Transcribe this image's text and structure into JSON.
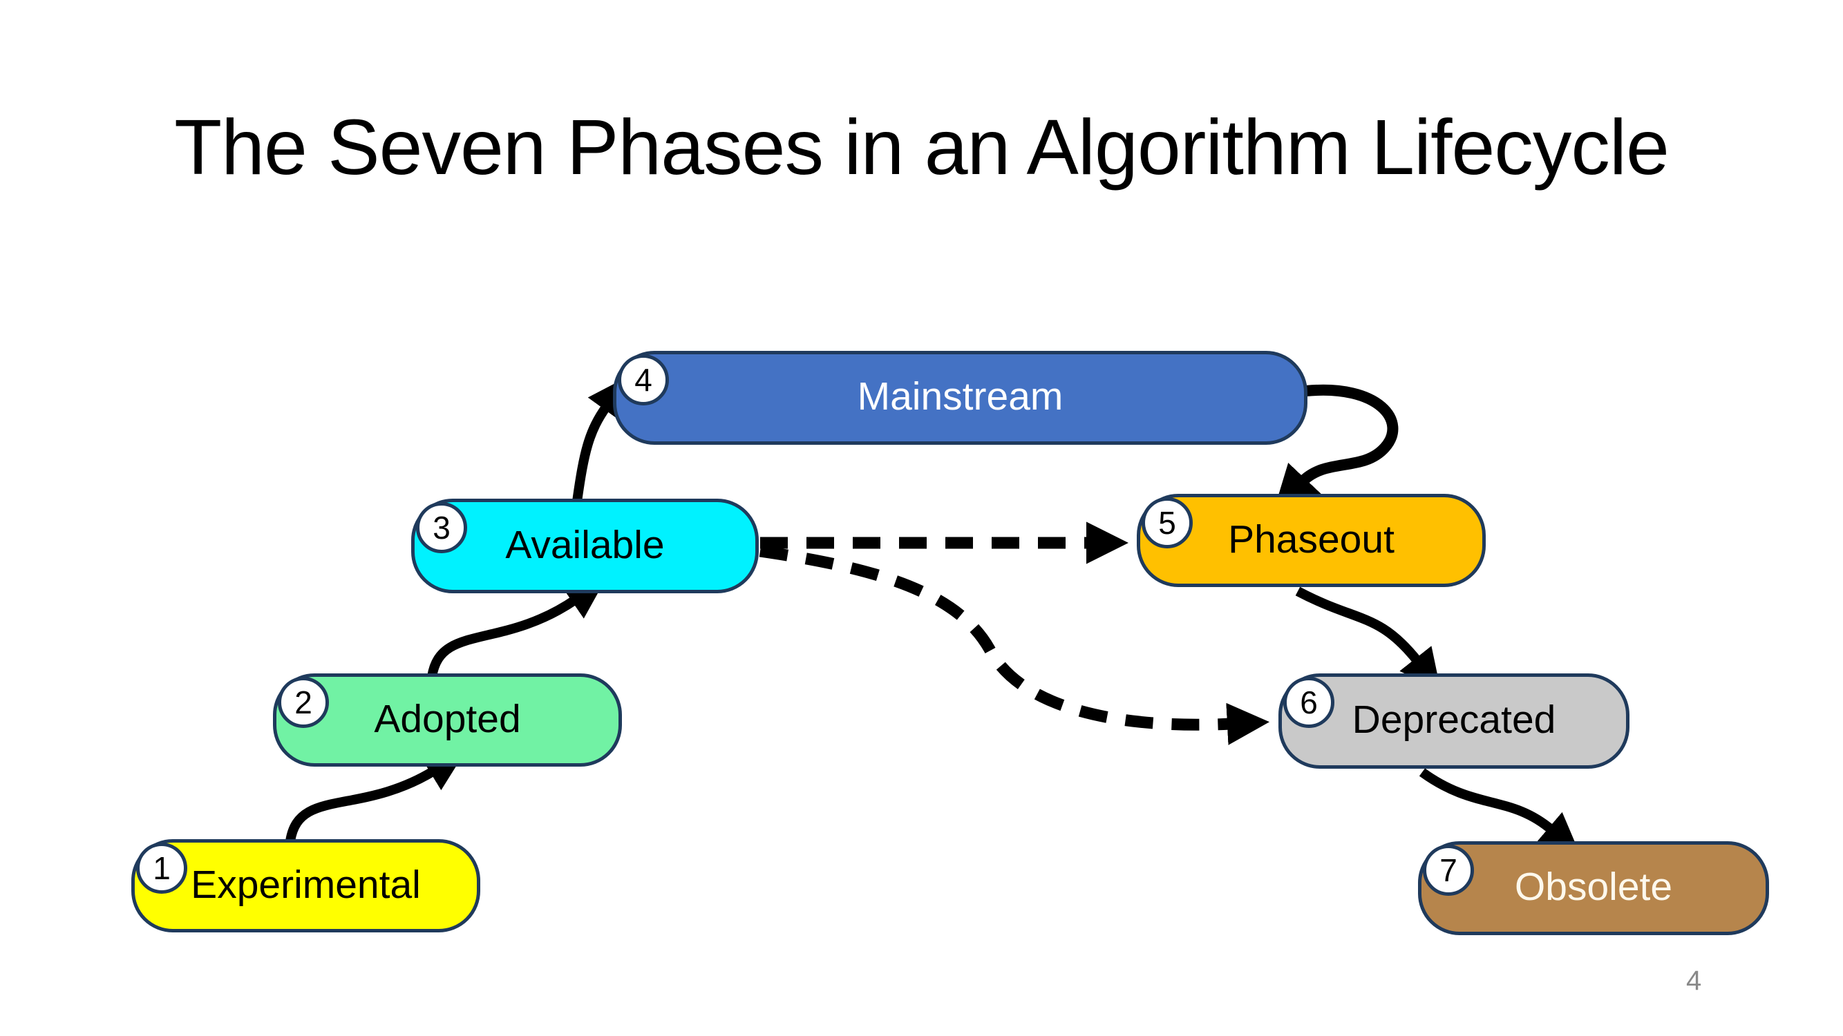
{
  "slide": {
    "title": "The Seven Phases in an Algorithm Lifecycle",
    "page_number": "4"
  },
  "colors": {
    "background": "#FFFFFF",
    "title_text": "#000000",
    "outline": "#1F3A5C",
    "arrow": "#000000",
    "badge_fill": "#FFFFFF",
    "badge_text": "#000000",
    "page_number_text": "#898989"
  },
  "nodes": [
    {
      "number": "1",
      "label": "Experimental",
      "fill": "#FFFF00",
      "text_color": "#000000"
    },
    {
      "number": "2",
      "label": "Adopted",
      "fill": "#71F2A4",
      "text_color": "#000000"
    },
    {
      "number": "3",
      "label": "Available",
      "fill": "#00F2FF",
      "text_color": "#000000"
    },
    {
      "number": "4",
      "label": "Mainstream",
      "fill": "#4472C4",
      "text_color": "#FFFFFF"
    },
    {
      "number": "5",
      "label": "Phaseout",
      "fill": "#FFC000",
      "text_color": "#000000"
    },
    {
      "number": "6",
      "label": "Deprecated",
      "fill": "#C9C9C9",
      "text_color": "#000000"
    },
    {
      "number": "7",
      "label": "Obsolete",
      "fill": "#B6854C",
      "text_color": "#FDF8EC"
    }
  ],
  "edges": [
    {
      "from": "Experimental",
      "to": "Adopted",
      "style": "solid"
    },
    {
      "from": "Adopted",
      "to": "Available",
      "style": "solid"
    },
    {
      "from": "Available",
      "to": "Mainstream",
      "style": "solid"
    },
    {
      "from": "Mainstream",
      "to": "Phaseout",
      "style": "solid"
    },
    {
      "from": "Phaseout",
      "to": "Deprecated",
      "style": "solid"
    },
    {
      "from": "Deprecated",
      "to": "Obsolete",
      "style": "solid"
    },
    {
      "from": "Available",
      "to": "Phaseout",
      "style": "dashed"
    },
    {
      "from": "Available",
      "to": "Deprecated",
      "style": "dashed"
    }
  ]
}
